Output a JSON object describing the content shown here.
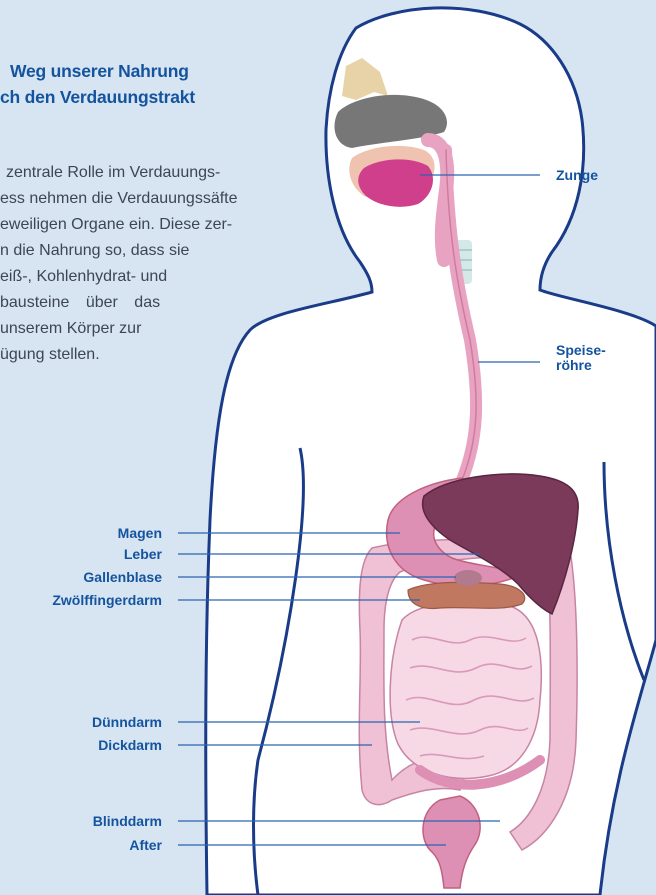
{
  "title": {
    "line1": "Weg unserer Nahrung",
    "line2": "ch den Verdauungstrakt"
  },
  "intro": {
    "lines": [
      "zentrale Rolle im Verdauungs-",
      "ess nehmen die Verdauungssäfte",
      "eweiligen Organe ein. Diese zer-",
      "n die Nahrung so, dass sie",
      "eiß-, Kohlenhydrat- und",
      "bausteine über das",
      "unserem Körper zur",
      "ügung stellen."
    ]
  },
  "labels": {
    "zunge": "Zunge",
    "speiseroehre_1": "Speise-",
    "speiseroehre_2": "röhre",
    "magen": "Magen",
    "leber": "Leber",
    "gallenblase": "Gallenblase",
    "zwoelffingerdarm": "Zwölffingerdarm",
    "duenndarm": "Dünndarm",
    "dickdarm": "Dickdarm",
    "blinddarm": "Blinddarm",
    "after": "After"
  },
  "colors": {
    "background": "#d7e4f2",
    "body_fill": "#ffffff",
    "outline": "#1a3c88",
    "label_text": "#14549e",
    "leader_line": "#2a64b0",
    "esophagus": "#e8a3c3",
    "liver": "#7b3a5a",
    "stomach": "#dd8fb4",
    "colon": "#f0c0d5",
    "small_intestine": "#f7d9e6",
    "duodenum": "#c07860",
    "nasal_cavity": "#777777"
  }
}
